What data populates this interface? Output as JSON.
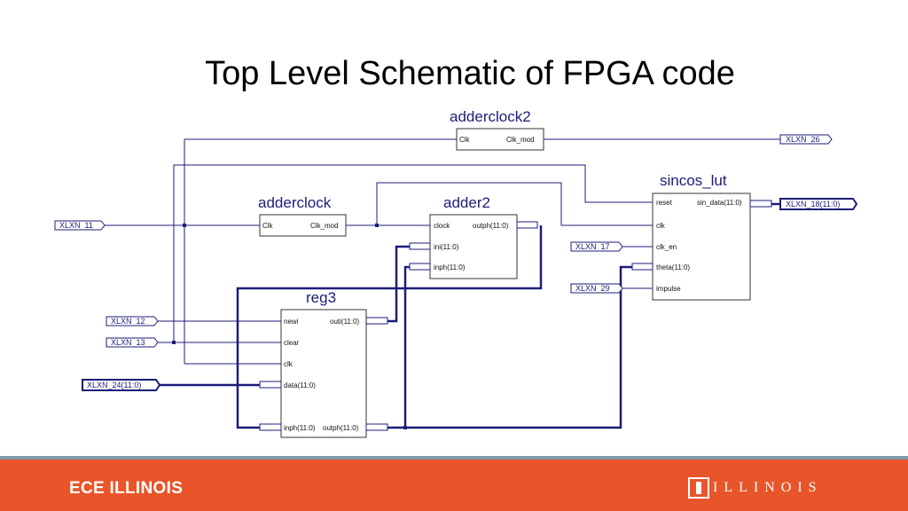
{
  "slide": {
    "title": "Top Level Schematic of FPGA code"
  },
  "blocks": {
    "adderclock2": {
      "name": "adderclock2",
      "in": "Clk",
      "out": "Clk_mod"
    },
    "adderclock": {
      "name": "adderclock",
      "in": "Clk",
      "out": "Clk_mod"
    },
    "adder2": {
      "name": "adder2",
      "clock": "clock",
      "ini": "ini(11:0)",
      "inph": "inph(11:0)",
      "outph": "outph(11:0)"
    },
    "reg3": {
      "name": "reg3",
      "newi": "newi",
      "clear": "clear",
      "clk": "clk",
      "data": "data(11:0)",
      "inph": "inph(11:0)",
      "outi": "outi(11:0)",
      "outph": "outph(11:0)"
    },
    "sincos_lut": {
      "name": "sincos_lut",
      "reset": "reset",
      "clk": "clk",
      "clk_en": "clk_en",
      "theta": "theta(11:0)",
      "impulse": "impulse",
      "sin_data": "sin_data(11:0)"
    }
  },
  "io_markers": {
    "xlxn_11": "XLXN_11",
    "xlxn_12": "XLXN_12",
    "xlxn_13": "XLXN_13",
    "xlxn_24": "XLXN_24(11:0)",
    "xlxn_17": "XLXN_17",
    "xlxn_29": "XLXN_29",
    "xlxn_26": "XLXN_26",
    "xlxn_18": "XLXN_18(11:0)"
  },
  "footer": {
    "left": "ECE ILLINOIS",
    "right": "ILLINOIS"
  },
  "colors": {
    "wire": "#1c1c7a",
    "footer_bg": "#e8552a",
    "footer_line": "#7e98ad"
  }
}
